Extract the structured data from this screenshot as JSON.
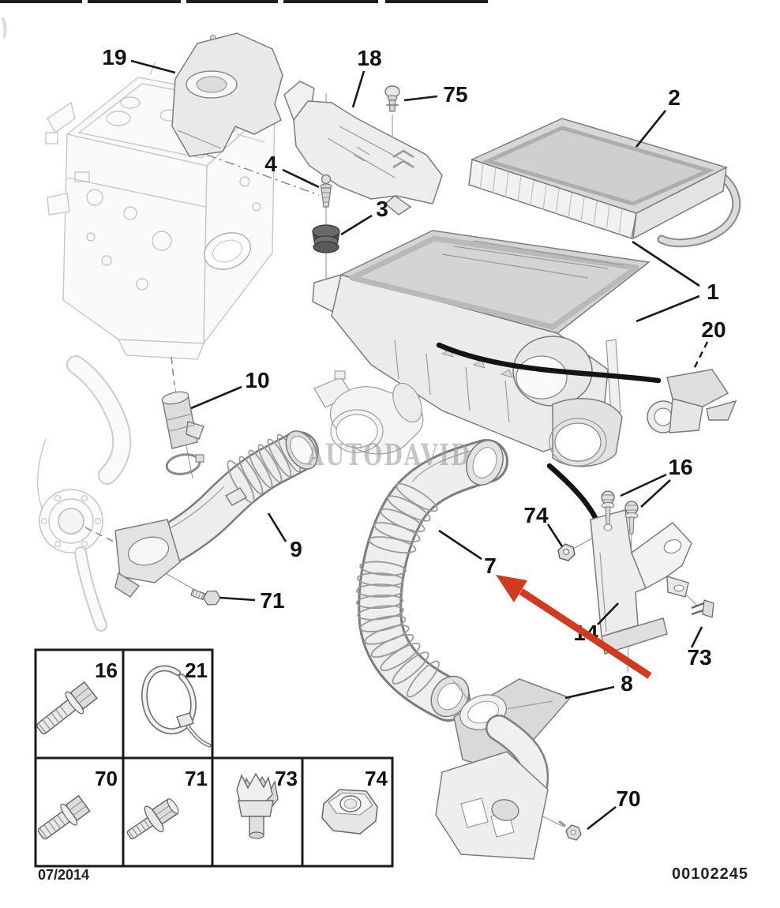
{
  "diagram": {
    "watermark": "AUTODAVID",
    "footer": {
      "date_code": "07/2014",
      "document_number": "00102245"
    },
    "arrow": {
      "color": "#cf3a21",
      "points_to": "7"
    },
    "colors": {
      "leader_line": "#1a1a1a",
      "part_outline": "#7c7c7c",
      "part_fill": "#ececec",
      "engine_line": "#c7c7c7",
      "swoosh": "#141414"
    },
    "callouts": [
      {
        "label": "19"
      },
      {
        "label": "18"
      },
      {
        "label": "75"
      },
      {
        "label": "2"
      },
      {
        "label": "4"
      },
      {
        "label": "3"
      },
      {
        "label": "1"
      },
      {
        "label": "20"
      },
      {
        "label": "10"
      },
      {
        "label": "16"
      },
      {
        "label": "74"
      },
      {
        "label": "9"
      },
      {
        "label": "7"
      },
      {
        "label": "71"
      },
      {
        "label": "14"
      },
      {
        "label": "73"
      },
      {
        "label": "8"
      },
      {
        "label": "70"
      }
    ],
    "inset_table": {
      "cells": [
        {
          "label": "16",
          "item": "flanged-hex-bolt"
        },
        {
          "label": "21",
          "item": "cable-tie"
        },
        {
          "label": "70",
          "item": "flanged-hex-bolt"
        },
        {
          "label": "71",
          "item": "shouldered-bolt-with-washer"
        },
        {
          "label": "73",
          "item": "plastic-clip"
        },
        {
          "label": "74",
          "item": "hex-nut"
        }
      ]
    }
  }
}
